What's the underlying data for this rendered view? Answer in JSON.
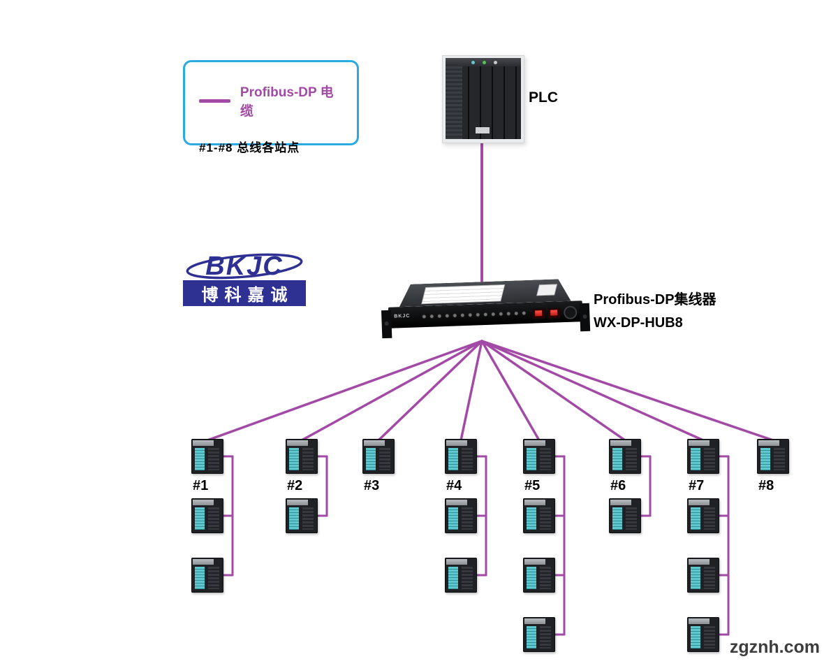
{
  "legend": {
    "cable_label": "Profibus-DP 电缆",
    "stations_label": "#1-#8   总线各站点"
  },
  "plc": {
    "label": "PLC"
  },
  "hub": {
    "label_line1": "Profibus-DP集线器",
    "label_line2": "WX-DP-HUB8",
    "brand": "BKJC"
  },
  "logo": {
    "text": "BKJC",
    "subtext": "博科嘉诚"
  },
  "stations": [
    {
      "id": "#1",
      "modules": 3
    },
    {
      "id": "#2",
      "modules": 2
    },
    {
      "id": "#3",
      "modules": 1
    },
    {
      "id": "#4",
      "modules": 3
    },
    {
      "id": "#5",
      "modules": 4
    },
    {
      "id": "#6",
      "modules": 2
    },
    {
      "id": "#7",
      "modules": 4
    },
    {
      "id": "#8",
      "modules": 1
    }
  ],
  "watermark": "zgznh.com",
  "colors": {
    "cable": "#A24AA5",
    "legend_border": "#29ABE2",
    "logo_blue": "#2E3192",
    "module_teal": "#5FC9CF"
  }
}
